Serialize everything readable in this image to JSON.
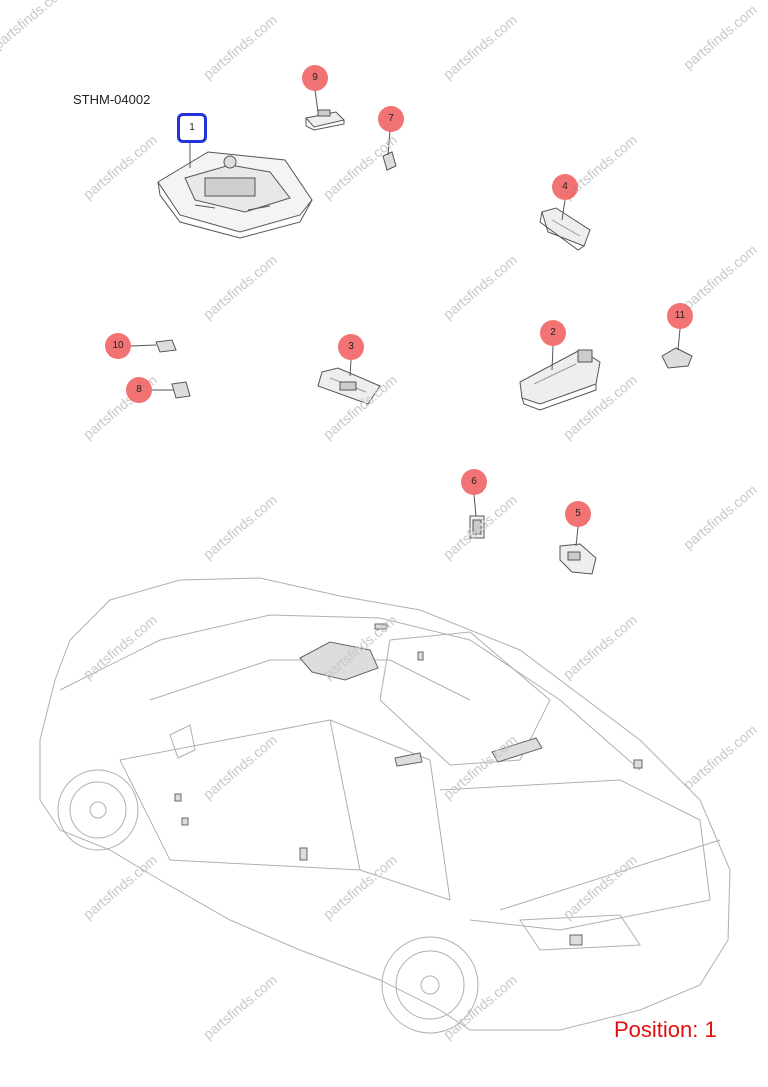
{
  "diagram": {
    "code": "STHM-04002",
    "position_label": "Position: 1",
    "watermark": "partsfinds.com",
    "selected_callout": "1",
    "callouts": [
      "1",
      "2",
      "3",
      "4",
      "5",
      "6",
      "7",
      "8",
      "9",
      "10",
      "11"
    ],
    "colors": {
      "callout_fill": "#f05a5a",
      "selected_border": "#2233dd",
      "position_text": "#e01010",
      "watermark": "#c8c8c8"
    }
  }
}
